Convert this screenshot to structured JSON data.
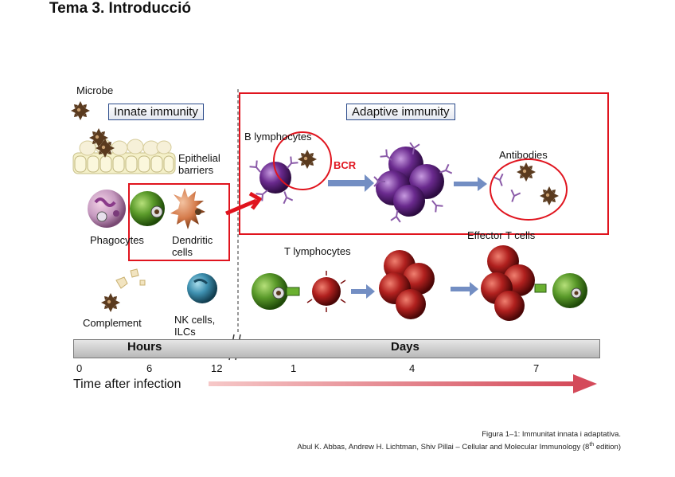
{
  "slide_title": "Tema 3. Introducció",
  "diagram": {
    "microbe_label": "Microbe",
    "innate_header": "Innate immunity",
    "adaptive_header": "Adaptive immunity",
    "epithelial_label": "Epithelial barriers",
    "phagocytes_label": "Phagocytes",
    "dendritic_label": "Dendritic cells",
    "complement_label": "Complement",
    "nk_label": "NK cells, ILCs",
    "b_lymph_label": "B lymphocytes",
    "bcr_label": "BCR",
    "antibodies_label": "Antibodies",
    "effector_label": "Effector T cells",
    "t_lymph_label": "T lymphocytes"
  },
  "timeline": {
    "hours_label": "Hours",
    "days_label": "Days",
    "ticks": [
      "0",
      "6",
      "12",
      "1",
      "4",
      "7"
    ],
    "axis_title": "Time after infection"
  },
  "caption": {
    "line1": "Figura 1–1: Immunitat innata i adaptativa.",
    "line2": "Abul K. Abbas, Andrew H. Lichtman, Shiv Pillai – Cellular and Molecular Immunology (8",
    "superscript": "th",
    "line2_end": " edition)"
  },
  "colors": {
    "highlight": "#e0141e",
    "bcell": "#6a2a8e",
    "tcell": "#b0201e",
    "phagocyte": "#5a9a2a",
    "nk": "#3e90b0",
    "dendritic": "#d47a4a",
    "microbe": "#5a3a1e",
    "arrow": "#5a7ab8"
  }
}
